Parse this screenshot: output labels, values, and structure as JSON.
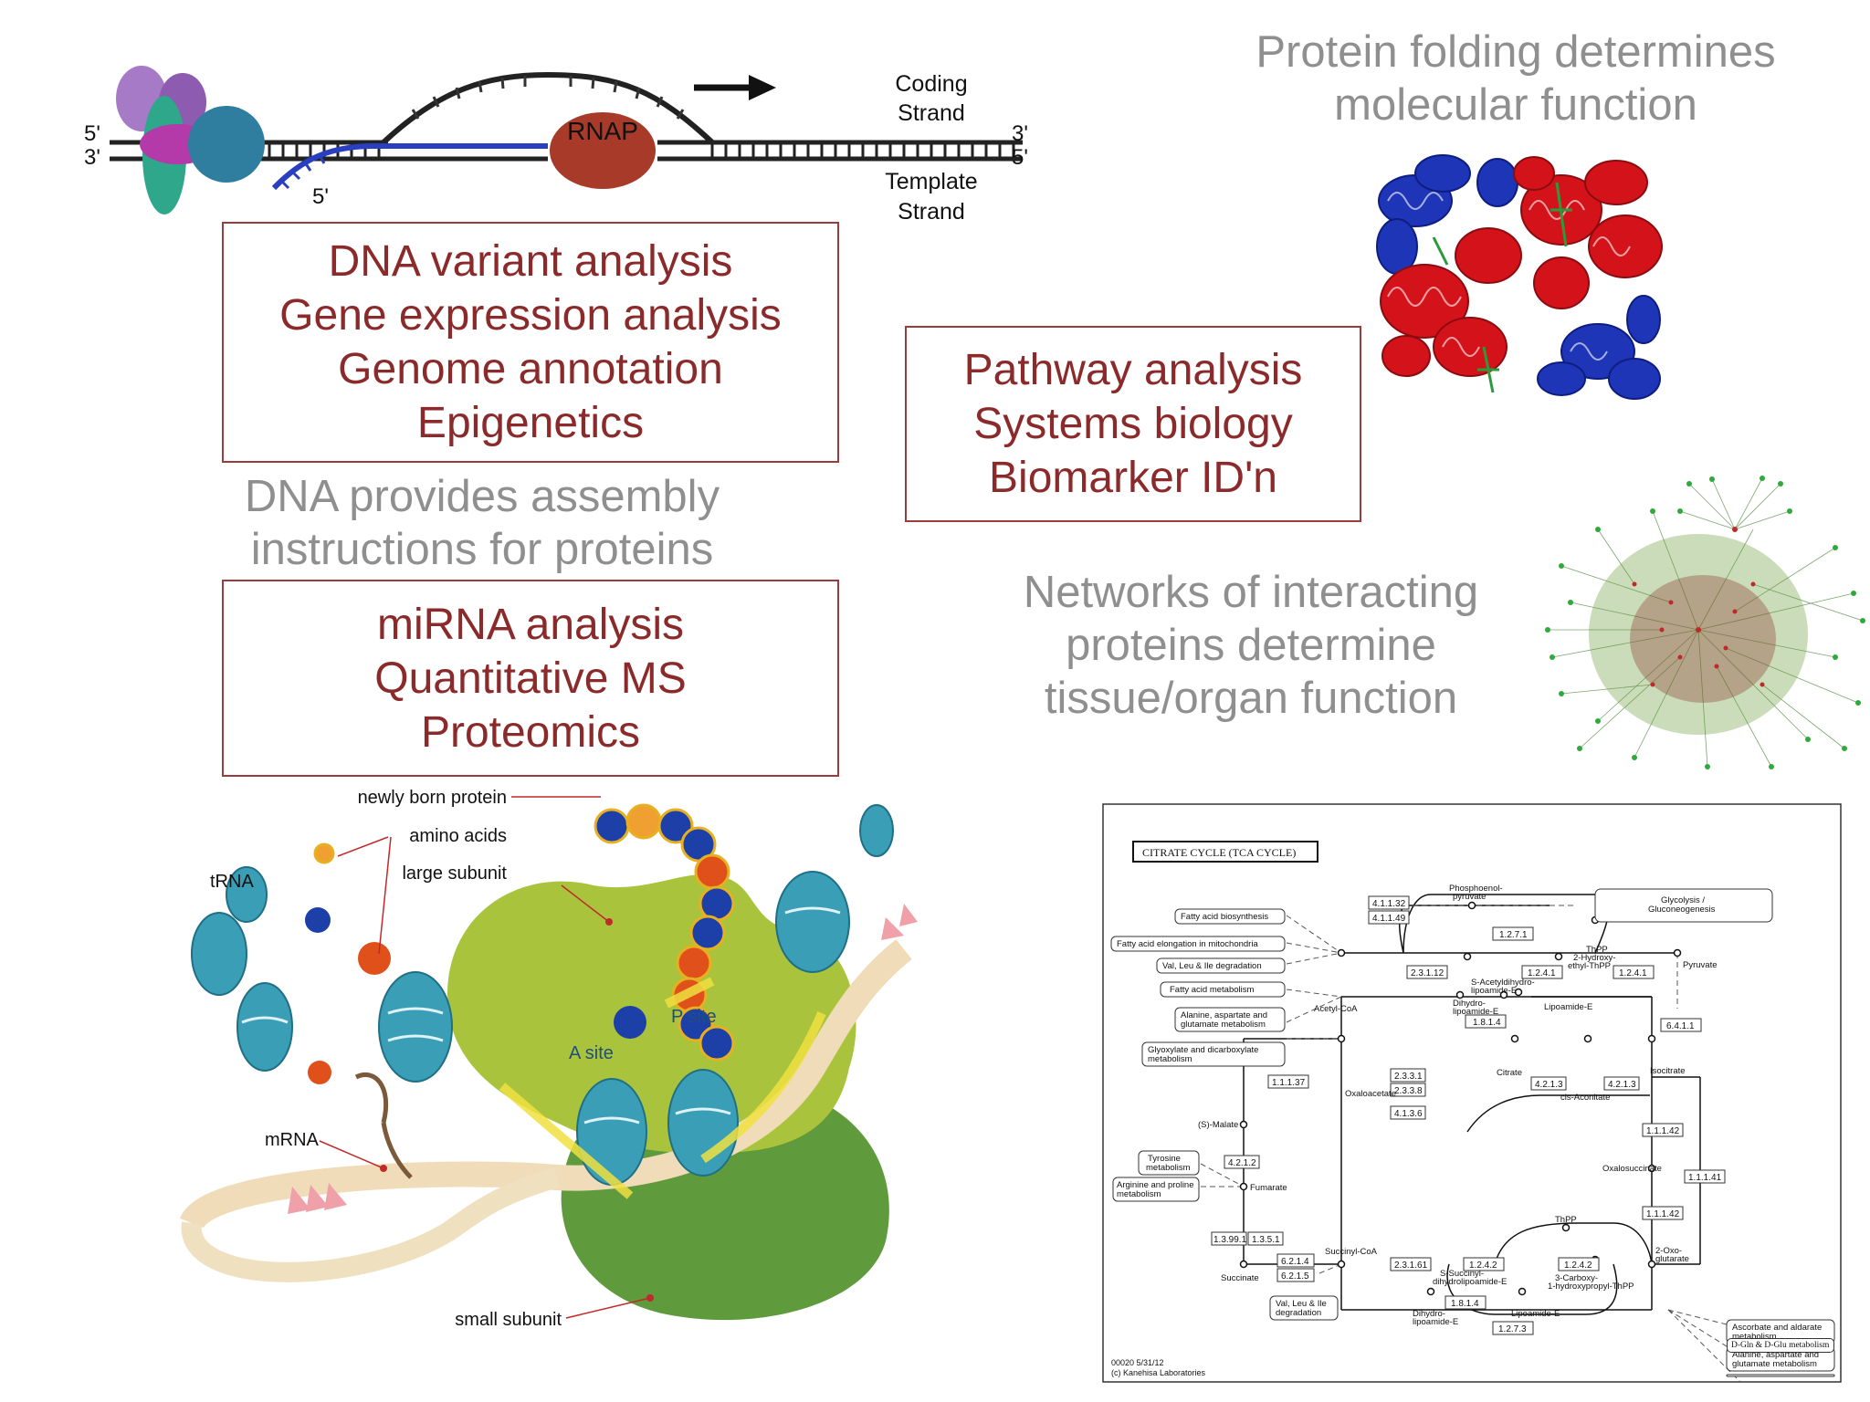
{
  "transcription": {
    "five_prime_top": "5'",
    "three_prime_top": "3'",
    "three_prime_right_top": "3'",
    "five_prime_right_bottom": "5'",
    "five_prime_rna": "5'",
    "rnap": "RNAP",
    "coding_strand": [
      "Coding",
      "Strand"
    ],
    "template_strand": [
      "Template",
      "Strand"
    ]
  },
  "boxes": {
    "dna": [
      "DNA variant analysis",
      "Gene expression analysis",
      "Genome annotation",
      "Epigenetics"
    ],
    "pathway": [
      "Pathway analysis",
      "Systems biology",
      "Biomarker ID'n"
    ],
    "mirna": [
      "miRNA analysis",
      "Quantitative MS",
      "Proteomics"
    ]
  },
  "captions": {
    "protein_folding": [
      "Protein folding determines",
      "molecular function"
    ],
    "dna_provides": [
      "DNA provides assembly",
      "instructions for proteins"
    ],
    "networks": [
      "Networks of interacting",
      "proteins determine",
      "tissue/organ function"
    ]
  },
  "ribosome": {
    "newly_born_protein": "newly born protein",
    "amino_acids": "amino acids",
    "large_subunit": "large subunit",
    "trna": "tRNA",
    "p_site": "P site",
    "a_site": "A site",
    "mrna": "mRNA",
    "small_subunit": "small subunit"
  },
  "tca": {
    "title": "CITRATE CYCLE (TCA CYCLE)",
    "enzymes": {
      "e41132": "4.1.1.32",
      "e41149": "4.1.1.49",
      "e1271": "1.2.7.1",
      "e23112": "2.3.1.12",
      "e1241a": "1.2.4.1",
      "e1241b": "1.2.4.1",
      "e1814a": "1.8.1.4",
      "e6411": "6.4.1.1",
      "e11137": "1.1.1.37",
      "e2331": "2.3.3.1",
      "e2338": "2.3.3.8",
      "e4136": "4.1.3.6",
      "e4213a": "4.2.1.3",
      "e4213b": "4.2.1.3",
      "e4212": "4.2.1.2",
      "e11142a": "1.1.1.42",
      "e11141": "1.1.1.41",
      "e11142b": "1.1.1.42",
      "e13991": "1.3.99.1",
      "e1351": "1.3.5.1",
      "e6214": "6.2.1.4",
      "e6215": "6.2.1.5",
      "e23161": "2.3.1.61",
      "e1242a": "1.2.4.2",
      "e1242b": "1.2.4.2",
      "e1814b": "1.8.1.4",
      "e1273": "1.2.7.3"
    },
    "compounds": {
      "pep": [
        "Phosphoenol-",
        "pyruvate"
      ],
      "glycolysis": [
        "Glycolysis /",
        "Gluconeogenesis"
      ],
      "thpp_top": "ThPP",
      "hydroxy_thpp": [
        "2-Hydroxy-",
        "ethyl-ThPP"
      ],
      "acetyl_coa": "Acetyl-CoA",
      "pyruvate": "Pyruvate",
      "s_acetyl": [
        "S-Acetyldihydro-",
        "lipoamide-E"
      ],
      "dihydro_top": [
        "Dihydro-",
        "lipoamide-E"
      ],
      "lipoamide_top": "Lipoamide-E",
      "oxaloacetate": "Oxaloacetate",
      "citrate": "Citrate",
      "isocitrate": "Isocitrate",
      "cis_aconitate": "cis-Aconitate",
      "malate": "(S)-Malate",
      "oxalosuccinate": "Oxalosuccinate",
      "fumarate": "Fumarate",
      "thpp_bottom": "ThPP",
      "oxo_glutarate": [
        "2-Oxo-",
        "glutarate"
      ],
      "succinyl_coa": "Succinyl-CoA",
      "succinate": "Succinate",
      "s_succinyl": [
        "S-Succinyl-",
        "dihydrolipoamide-E"
      ],
      "carboxy": [
        "3-Carboxy-",
        "1-hydroxypropyl-ThPP"
      ],
      "dihydro_bottom": [
        "Dihydro-",
        "lipoamide-E"
      ],
      "lipoamide_bottom": "Lipoamide-E"
    },
    "maps": {
      "fatty_bio": "Fatty acid biosynthesis",
      "fatty_elong": "Fatty acid elongation in mitochondria",
      "val_leu_top": "Val, Leu & Ile degradation",
      "fatty_metab": "Fatty acid metabolism",
      "alanine_top": [
        "Alanine, aspartate and",
        "glutamate metabolism"
      ],
      "glyoxylate": [
        "Glyoxylate and dicarboxylate",
        "metabolism"
      ],
      "tyrosine": [
        "Tyrosine",
        "metabolism"
      ],
      "arginine": [
        "Arginine and proline",
        "metabolism"
      ],
      "val_leu_bottom": [
        "Val, Leu & Ile",
        "degradation"
      ],
      "ascorbate": [
        "Ascorbate and aldarate",
        "metabolism"
      ],
      "alanine_bottom": [
        "Alanine, aspartate and",
        "glutamate metabolism"
      ],
      "dgln": "D-Gln & D-Glu metabolism"
    },
    "footer": [
      "00020 5/31/12",
      "(c) Kanehisa Laboratories"
    ]
  },
  "colors": {
    "box_text": "#8b2a2a",
    "box_border": "#9b3b3b",
    "caption_grey": "#8f8f8f",
    "helix_red": "#d4121a",
    "helix_blue": "#1f35b8",
    "ribosome_large": "#a9c43c",
    "ribosome_small": "#5f9a3c",
    "trna_teal": "#3a9fb6"
  }
}
